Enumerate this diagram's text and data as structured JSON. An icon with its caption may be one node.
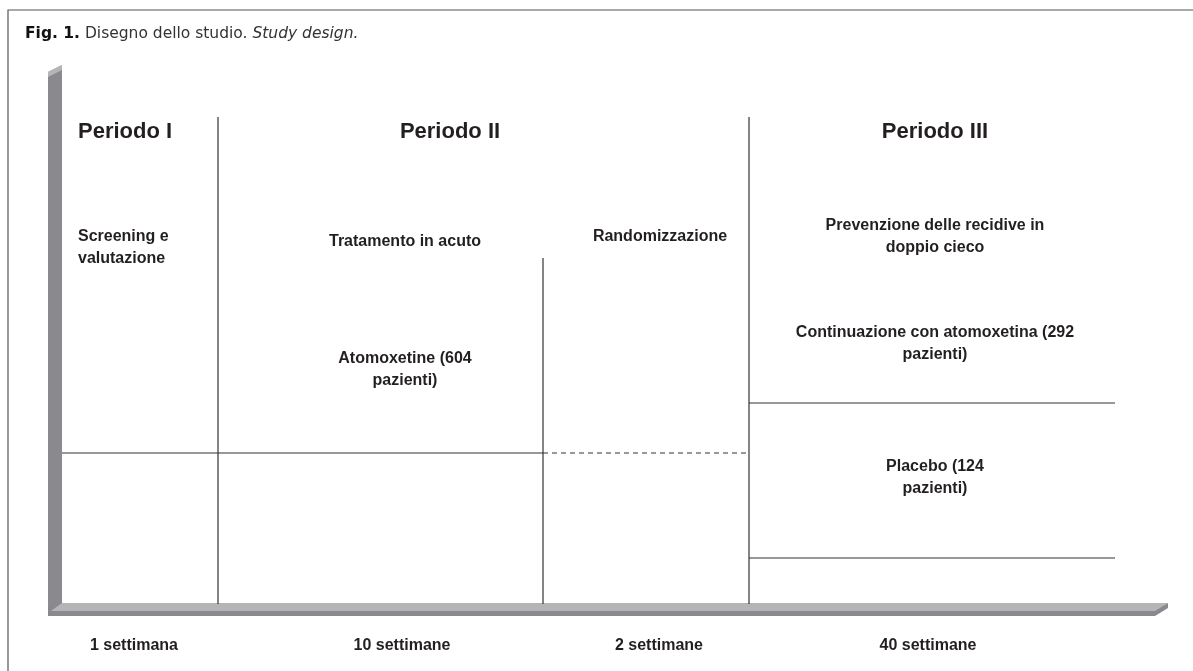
{
  "diagram": {
    "caption": "**Fig. 1.** Disegno dello studio. *Study design.*",
    "labels": [
      "Periodo I",
      "Periodo II",
      "Periodo III",
      "Screening e valutazione",
      "Tratamento in acuto",
      "Randomizzazione",
      "Prevenzione delle recidive in doppio cieco",
      "Continuazione con atomoxetina (292 pazienti)",
      "Atomoxetine (604 pazienti)",
      "Placebo (124 pazienti)",
      "1 settimana",
      "10 settimane",
      "2 settimane",
      "40 settimane"
    ]
  }
}
